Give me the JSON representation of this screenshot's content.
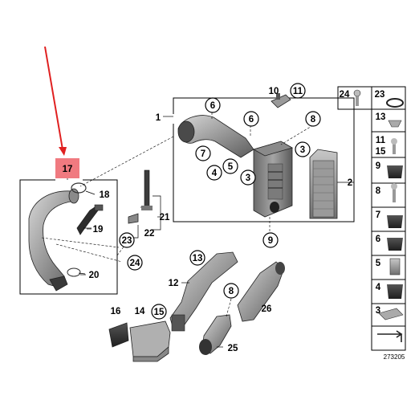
{
  "diagram": {
    "drawing_number": "273205",
    "highlighted_part": "17",
    "arrow_color": "#e02020",
    "highlight_color": "#f07a80",
    "callouts": {
      "c1": "1",
      "c2": "2",
      "c3a": "3",
      "c3b": "3",
      "c4": "4",
      "c5": "5",
      "c6a": "6",
      "c6b": "6",
      "c7": "7",
      "c8a": "8",
      "c8b": "8",
      "c9": "9",
      "c10": "10",
      "c11": "11",
      "c12": "12",
      "c13": "13",
      "c14": "14",
      "c15": "15",
      "c16": "16",
      "c17": "17",
      "c18": "18",
      "c19": "19",
      "c20": "20",
      "c21": "21",
      "c22": "22",
      "c23": "23",
      "c24": "24",
      "c25": "25",
      "c26": "26"
    },
    "side_panel": {
      "r1a": "24",
      "r1b": "23",
      "r2": "13",
      "r3a": "11",
      "r3b": "15",
      "r4": "9",
      "r5": "8",
      "r6": "7",
      "r7": "6",
      "r8": "5",
      "r9": "4",
      "r10": "3"
    }
  }
}
